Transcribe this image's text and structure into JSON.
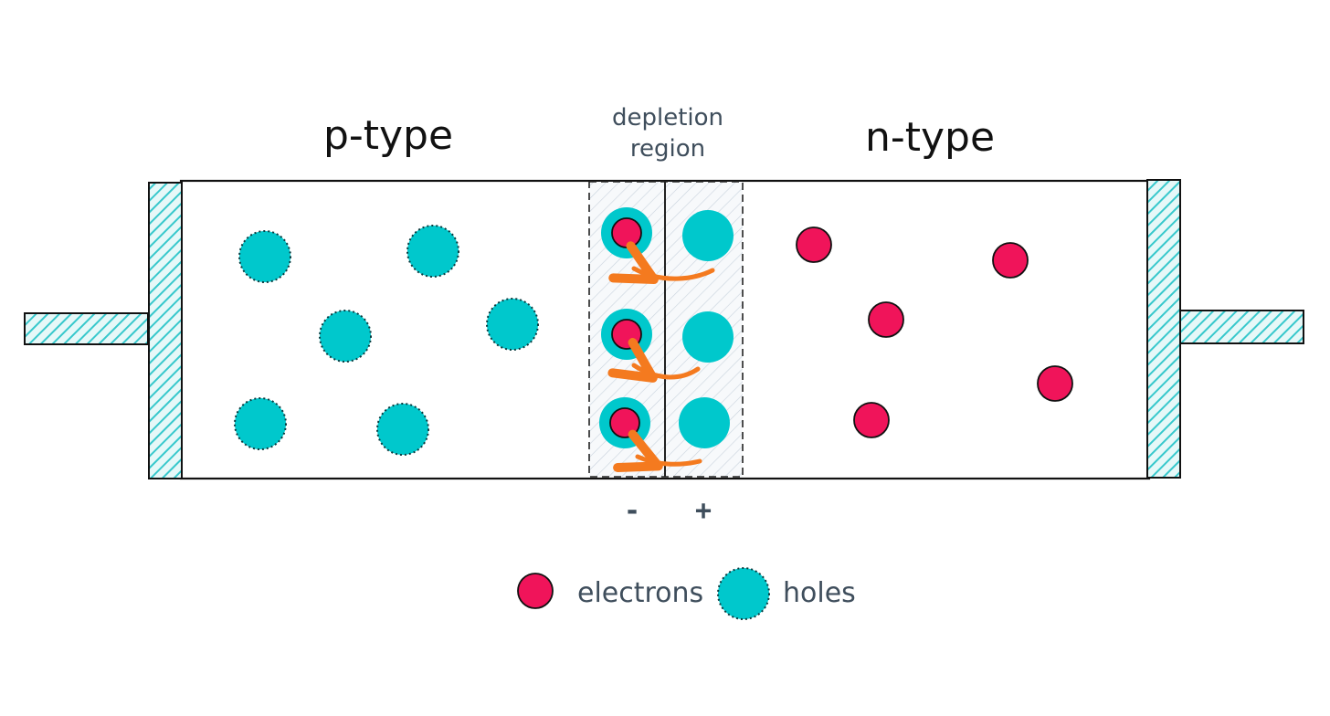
{
  "labels": {
    "p_type": "p-type",
    "n_type": "n-type",
    "depletion_line1": "depletion",
    "depletion_line2": "region",
    "minus": "-",
    "plus": "+"
  },
  "legend": {
    "electrons": "electrons",
    "holes": "holes"
  },
  "colors": {
    "hole": "#00c8cc",
    "electron": "#f0145a",
    "arrow": "#f47a1f",
    "outline": "#111111",
    "text_muted": "#3f4e5c",
    "hatch": "#37c8cc"
  }
}
